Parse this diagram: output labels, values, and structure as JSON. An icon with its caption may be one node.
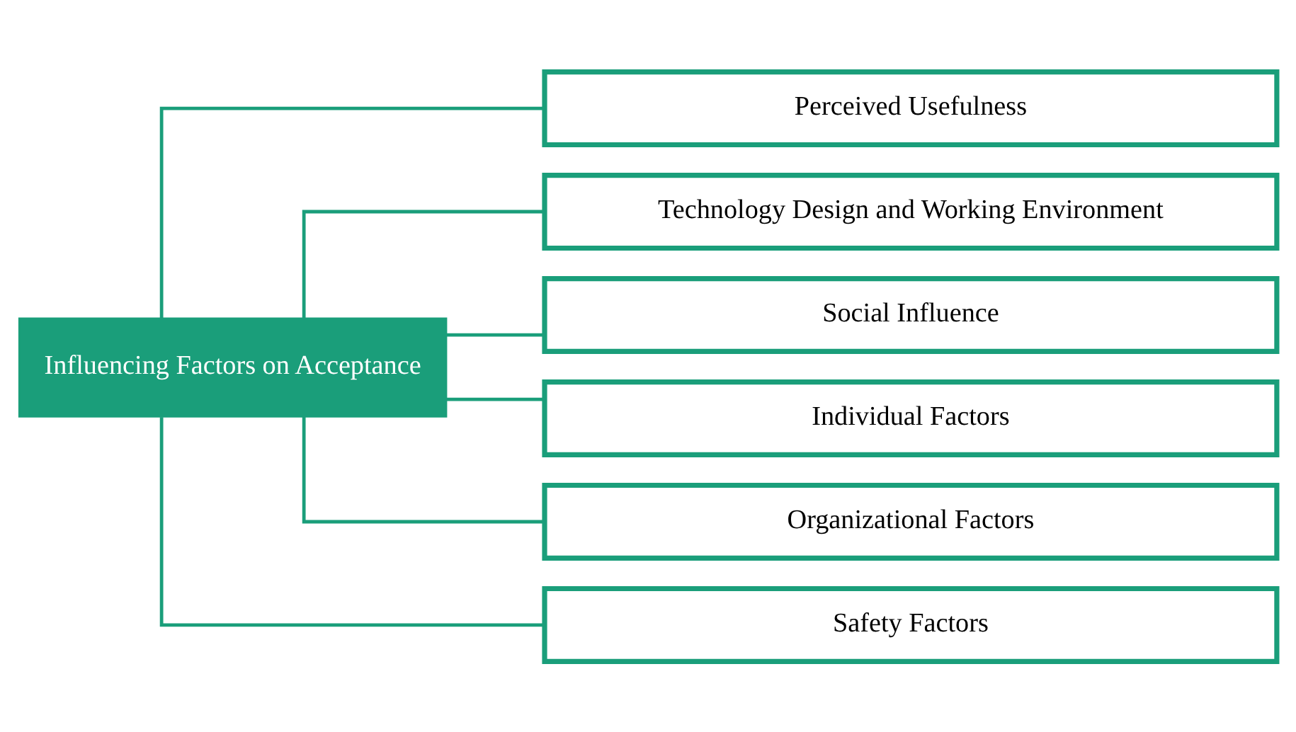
{
  "diagram": {
    "nodes": [
      {
        "text": [
          "Influencing Factors on Acceptance"
        ]
      },
      {
        "text": [
          "Perceived Usefulness"
        ]
      },
      {
        "text": [
          "Technology Design and Working Environment"
        ]
      },
      {
        "text": [
          "Social Influence"
        ]
      },
      {
        "text": [
          "Individual Factors"
        ]
      },
      {
        "text": [
          "Organizational Factors"
        ]
      },
      {
        "text": [
          "Safety Factors"
        ]
      }
    ],
    "edges": [
      {
        "from": 0,
        "to": 1,
        "arrow": "none"
      },
      {
        "from": 0,
        "to": 2,
        "arrow": "none"
      },
      {
        "from": 0,
        "to": 3,
        "arrow": "none"
      },
      {
        "from": 0,
        "to": 4,
        "arrow": "none"
      },
      {
        "from": 0,
        "to": 5,
        "arrow": "none"
      },
      {
        "from": 0,
        "to": 6,
        "arrow": "none"
      }
    ]
  }
}
